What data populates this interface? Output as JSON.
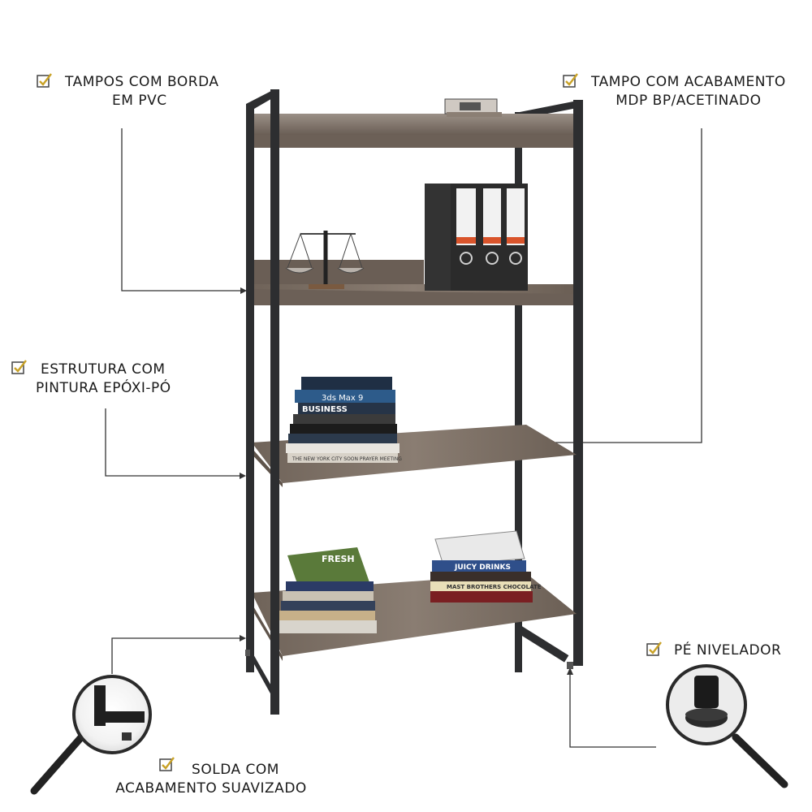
{
  "features": {
    "tampos_borda": {
      "line1": "TAMPOS COM BORDA",
      "line2": "EM PVC"
    },
    "tampo_acabamento": {
      "line1": "TAMPO COM ACABAMENTO",
      "line2": "MDP BP/ACETINADO"
    },
    "estrutura_pintura": {
      "line1": "ESTRUTURA COM",
      "line2": "PINTURA EPÓXI-PÓ"
    },
    "pe_nivelador": {
      "line1": "PÉ NIVELADOR"
    },
    "solda_acabamento": {
      "line1": "SOLDA COM",
      "line2": "ACABAMENTO SUAVIZADO"
    }
  },
  "books": {
    "b1": "3ds Max 9",
    "b2": "BUSINESS",
    "b3": "JUICY DRINKS",
    "b4": "MAST BROTHERS CHOCOLATE",
    "b5": "FRESH",
    "b6": "THE NEW YORK CITY SOON PRAYER MEETING"
  },
  "colors": {
    "frame": "#2d2e30",
    "wood": "#7a6e64",
    "wood_dark": "#5f544b",
    "check": "#c9a227",
    "line": "#333333"
  },
  "icons": [
    "checkmark-icon",
    "magnifier-icon"
  ]
}
